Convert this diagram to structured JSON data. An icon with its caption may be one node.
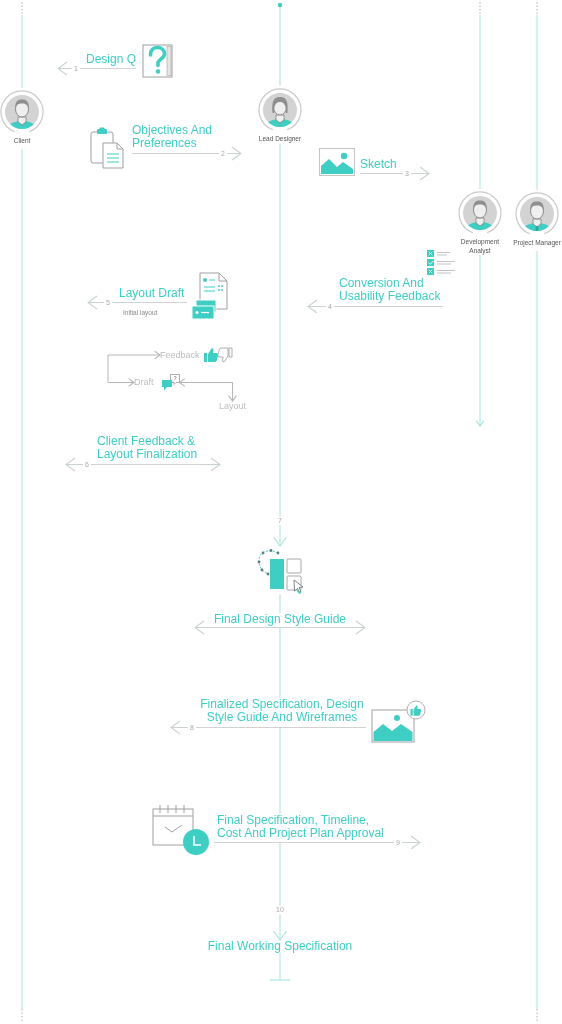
{
  "diagram": {
    "nodes": [
      {
        "text": [
          "Design Q"
        ]
      },
      {
        "text": [
          "Client"
        ]
      },
      {
        "text": [
          "Lead Designer"
        ]
      },
      {
        "text": [
          "Objectives And Preferences"
        ]
      },
      {
        "text": [
          "Sketch"
        ]
      },
      {
        "text": [
          "Development Analyst"
        ]
      },
      {
        "text": [
          "Project Manager"
        ]
      },
      {
        "text": [
          "Layout Draft"
        ],
        "beside": [
          "Initial layout"
        ]
      },
      {
        "text": [
          "Conversion And Usability Feedback"
        ]
      },
      {
        "text": [
          "Feedback"
        ]
      },
      {
        "text": [
          "Draft"
        ]
      },
      {
        "text": [
          "Layout"
        ]
      },
      {
        "text": [
          "Client Feedback & Layout Finalization"
        ]
      },
      {
        "text": [],
        "shape": "picture"
      },
      {
        "text": [
          "Final Design Style Guide"
        ]
      },
      {
        "text": [
          "Finalized Specification, Design Style Guide And Wireframes"
        ]
      },
      {
        "text": [
          "Final Specification, Timeline, Cost And Project Plan Approval"
        ]
      },
      {
        "text": [
          "Final Working Specification"
        ]
      }
    ],
    "edges": [
      {
        "from": 0,
        "to": null,
        "arrow": "to",
        "label": "1"
      },
      {
        "from": 3,
        "to": null,
        "arrow": "to",
        "label": "2"
      },
      {
        "from": 4,
        "to": null,
        "arrow": "to",
        "label": "3"
      },
      {
        "from": 8,
        "to": null,
        "arrow": "to",
        "label": "4"
      },
      {
        "from": 7,
        "to": null,
        "arrow": "to",
        "label": "5"
      },
      {
        "from": 5,
        "to": null,
        "arrow": "to",
        "color": "#a9e4de"
      },
      {
        "from": 10,
        "to": 9,
        "arrow": "both",
        "color": "#b5b5b5"
      },
      {
        "from": 10,
        "to": 11,
        "arrow": "both",
        "color": "#b5b5b5"
      },
      {
        "from": 12,
        "to": null,
        "arrow": "to",
        "label": "6"
      },
      {
        "from": 12,
        "to": null,
        "arrow": "to"
      },
      {
        "from": 2,
        "to": 13,
        "arrow": "to",
        "label": "7",
        "color": "#a9e4de"
      },
      {
        "from": 13,
        "to": 14,
        "arrow": "none",
        "color": "#a9e4de"
      },
      {
        "from": 14,
        "to": null,
        "arrow": "to"
      },
      {
        "from": 14,
        "to": null,
        "arrow": "to"
      },
      {
        "from": 14,
        "to": 15,
        "arrow": "none",
        "color": "#a9e4de"
      },
      {
        "from": 15,
        "to": null,
        "arrow": "to",
        "label": "8"
      },
      {
        "from": 15,
        "to": 16,
        "arrow": "none",
        "color": "#a9e4de"
      },
      {
        "from": 16,
        "to": null,
        "arrow": "to",
        "label": "9"
      },
      {
        "from": 16,
        "to": 17,
        "arrow": "to",
        "label": "10",
        "color": "#a9e4de"
      },
      {
        "from": 17,
        "to": null,
        "arrow": "other",
        "color": "#a9e4de"
      }
    ]
  }
}
